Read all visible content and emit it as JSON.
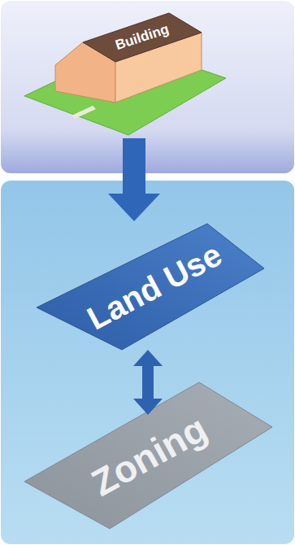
{
  "diagram": {
    "nodes": [
      {
        "text": [
          "Building"
        ]
      },
      {
        "text": [
          "Land Use"
        ]
      },
      {
        "text": [
          "Zoning"
        ]
      }
    ],
    "edges": [
      {
        "from": 0,
        "to": 1,
        "arrow": "to"
      },
      {
        "from": 1,
        "to": 2,
        "arrow": "both"
      }
    ]
  }
}
